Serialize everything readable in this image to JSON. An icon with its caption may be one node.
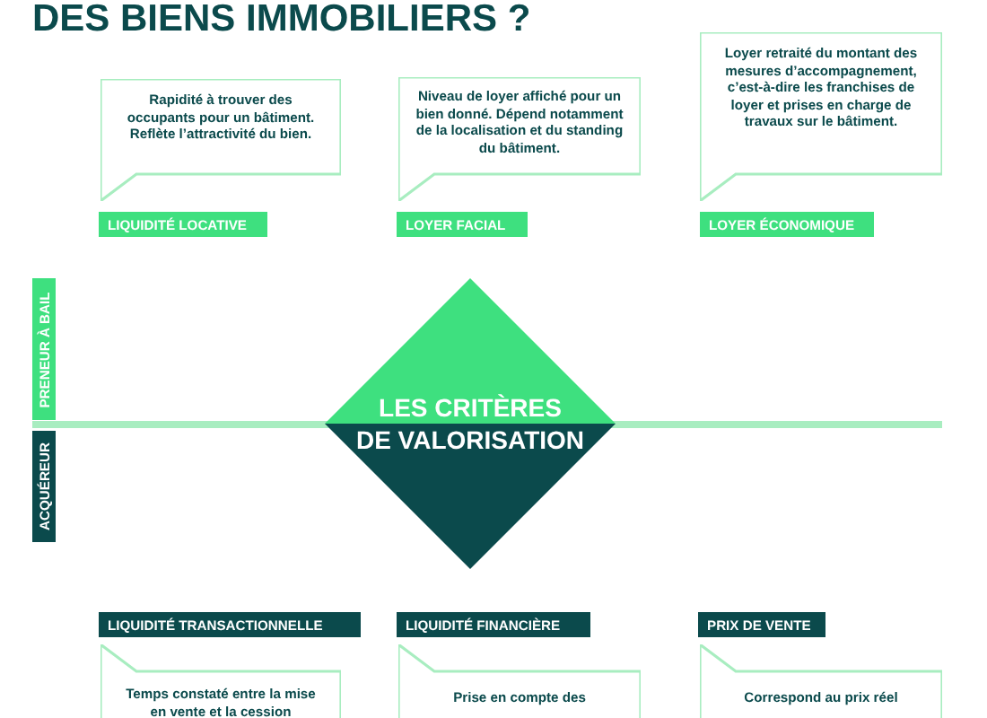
{
  "diagram": {
    "title": "DES BIENS IMMOBILIERS ?",
    "nodes": [
      {
        "text": [
          "Rapidité à trouver des occupants pour un bâtiment. Reflète l’attractivité du bien."
        ]
      },
      {
        "text": [
          "LIQUIDITÉ LOCATIVE"
        ]
      },
      {
        "text": [
          "Niveau de loyer affiché pour un bien donné. Dépend notamment de la localisation et du standing du bâtiment."
        ]
      },
      {
        "text": [
          "LOYER FACIAL"
        ]
      },
      {
        "text": [
          "Loyer retraité du montant des mesures d’accompagnement, c’est-à-dire les franchises de loyer et prises en charge de travaux sur le bâtiment."
        ]
      },
      {
        "text": [
          "LOYER ÉCONOMIQUE"
        ]
      },
      {
        "text": [
          "PRENEUR À BAIL"
        ]
      },
      {
        "text": [
          "ACQUÉREUR"
        ]
      },
      {
        "text": [
          "LES CRITÈRES",
          "DE VALORISATION"
        ]
      },
      {
        "text": [
          "LIQUIDITÉ TRANSACTIONNELLE"
        ]
      },
      {
        "text": [
          "Temps constaté entre la mise en vente et la cession"
        ]
      },
      {
        "text": [
          "LIQUIDITÉ FINANCIÈRE"
        ]
      },
      {
        "text": [
          "Prise en compte des"
        ]
      },
      {
        "text": [
          "PRIX DE VENTE"
        ]
      },
      {
        "text": [
          "Correspond au prix réel"
        ]
      }
    ]
  }
}
